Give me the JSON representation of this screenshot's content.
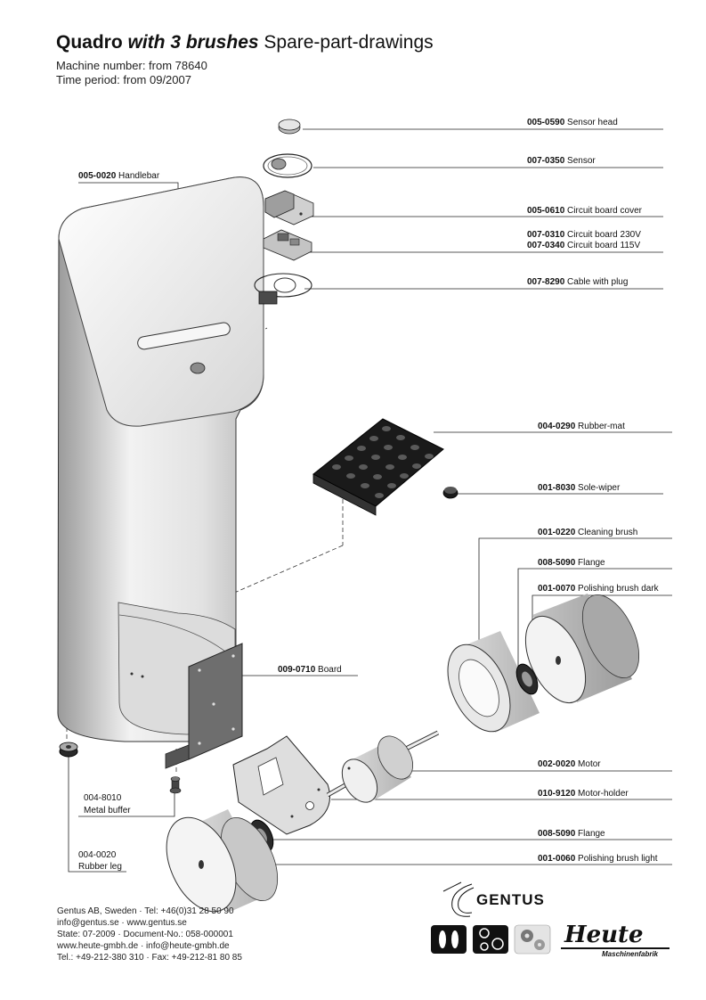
{
  "header": {
    "title_model": "Quadro",
    "title_variant": "with 3 brushes",
    "title_rest": "Spare-part-drawings",
    "machine_number": "Machine number: from 78640",
    "time_period": "Time period: from 09/2007"
  },
  "parts": [
    {
      "number": "005-0590",
      "name": "Sensor head"
    },
    {
      "number": "007-0350",
      "name": "Sensor"
    },
    {
      "number": "005-0020",
      "name": "Handlebar"
    },
    {
      "number": "005-0610",
      "name": "Circuit board cover"
    },
    {
      "number": "007-0310",
      "name": "Circuit board 230V"
    },
    {
      "number": "007-0340",
      "name": "Circuit board 115V"
    },
    {
      "number": "007-8290",
      "name": "Cable with plug"
    },
    {
      "number": "004-0290",
      "name": "Rubber-mat"
    },
    {
      "number": "001-8030",
      "name": "Sole-wiper"
    },
    {
      "number": "001-0220",
      "name": "Cleaning brush"
    },
    {
      "number": "008-5090",
      "name": "Flange"
    },
    {
      "number": "001-0070",
      "name": "Polishing brush dark"
    },
    {
      "number": "009-0710",
      "name": "Board"
    },
    {
      "number": "002-0020",
      "name": "Motor"
    },
    {
      "number": "004-8010",
      "name": "Metal buffer"
    },
    {
      "number": "010-9120",
      "name": "Motor-holder"
    },
    {
      "number": "008-5090",
      "name": "Flange"
    },
    {
      "number": "004-0020",
      "name": "Rubber leg"
    },
    {
      "number": "001-0060",
      "name": "Polishing brush light"
    }
  ],
  "footer": {
    "line1": "Gentus AB, Sweden  ·  Tel: +46(0)31 28 50 90",
    "line2": "info@gentus.se  ·  www.gentus.se",
    "line3": "State: 07-2009  ·  Document-No.: 058-000001",
    "line4": "www.heute-gmbh.de  ·  info@heute-gmbh.de",
    "line5": "Tel.: +49-212-380 310  ·  Fax: +49-212-81 80 85"
  },
  "logos": {
    "gentus": "GENTUS",
    "heute": "Heute",
    "heute_sub": "Maschinenfabrik"
  }
}
